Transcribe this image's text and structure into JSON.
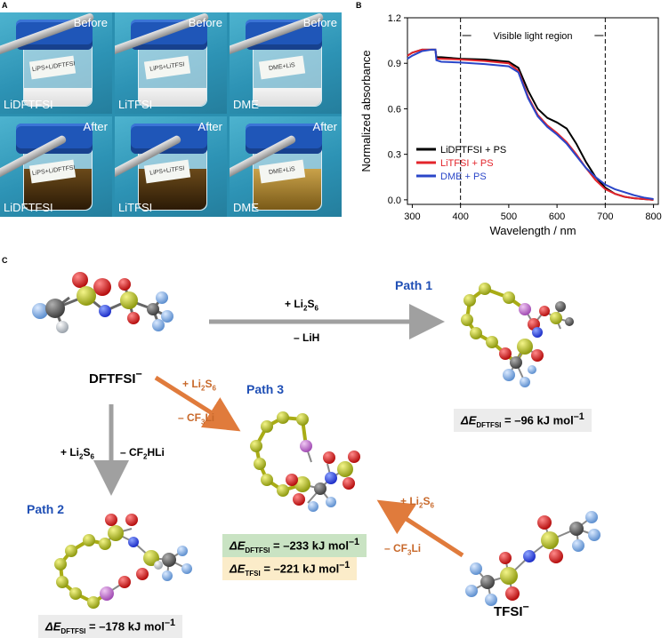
{
  "panel_a": {
    "letter": "A",
    "photos": [
      {
        "state": "Before",
        "solvent": "LiDFTFSI",
        "jar_label": "LiPS+LiDFTFSI"
      },
      {
        "state": "Before",
        "solvent": "LiTFSI",
        "jar_label": "LiPS+LiTFSI"
      },
      {
        "state": "Before",
        "solvent": "DME",
        "jar_label": "DME+LiS"
      },
      {
        "state": "After",
        "solvent": "LiDFTFSI",
        "jar_label": "LiPS+LiDFTFSI"
      },
      {
        "state": "After",
        "solvent": "LiTFSI",
        "jar_label": "LiPS+LiTFSI"
      },
      {
        "state": "After",
        "solvent": "DME",
        "jar_label": "DME+LiS"
      }
    ]
  },
  "panel_b": {
    "letter": "B",
    "chart_data": {
      "type": "line",
      "xlabel": "Wavelength / nm",
      "ylabel": "Normalized absorbance",
      "xlim": [
        290,
        810
      ],
      "ylim": [
        -0.03,
        1.2
      ],
      "xticks": [
        300,
        400,
        500,
        600,
        700,
        800
      ],
      "yticks": [
        "0.0",
        "0.3",
        "0.6",
        "0.9",
        "1.2"
      ],
      "annotation": "Visible light region",
      "visible_region": [
        400,
        700
      ],
      "legend_position": "lower-left",
      "series": [
        {
          "name": "LiDFTFSI + PS",
          "color": "#000000",
          "x": [
            290,
            300,
            320,
            340,
            348,
            350,
            360,
            400,
            450,
            500,
            520,
            540,
            560,
            580,
            600,
            620,
            640,
            660,
            680,
            700,
            720,
            740,
            760,
            780,
            800
          ],
          "y": [
            0.95,
            0.97,
            0.99,
            0.99,
            0.99,
            0.94,
            0.94,
            0.93,
            0.925,
            0.91,
            0.87,
            0.72,
            0.6,
            0.54,
            0.51,
            0.47,
            0.37,
            0.25,
            0.15,
            0.08,
            0.04,
            0.02,
            0.01,
            0.005,
            0.0
          ]
        },
        {
          "name": "LiTFSI + PS",
          "color": "#e3242b",
          "x": [
            290,
            300,
            320,
            340,
            348,
            350,
            360,
            400,
            450,
            500,
            520,
            540,
            560,
            580,
            600,
            620,
            640,
            660,
            680,
            700,
            720,
            740,
            760,
            780,
            800
          ],
          "y": [
            0.95,
            0.97,
            0.99,
            0.99,
            0.99,
            0.93,
            0.93,
            0.925,
            0.915,
            0.9,
            0.85,
            0.68,
            0.56,
            0.49,
            0.44,
            0.38,
            0.3,
            0.21,
            0.13,
            0.07,
            0.04,
            0.02,
            0.01,
            0.005,
            0.0
          ]
        },
        {
          "name": "DME + PS",
          "color": "#2a46c8",
          "x": [
            290,
            300,
            320,
            340,
            348,
            350,
            360,
            400,
            450,
            500,
            520,
            540,
            560,
            580,
            600,
            620,
            640,
            660,
            680,
            700,
            720,
            740,
            760,
            780,
            800
          ],
          "y": [
            0.93,
            0.95,
            0.98,
            0.99,
            0.99,
            0.92,
            0.91,
            0.905,
            0.895,
            0.88,
            0.84,
            0.67,
            0.55,
            0.48,
            0.43,
            0.37,
            0.29,
            0.21,
            0.15,
            0.1,
            0.07,
            0.05,
            0.03,
            0.015,
            0.005
          ]
        }
      ]
    }
  },
  "panel_c": {
    "letter": "C",
    "molecule_dftfsi": "DFTFSI",
    "molecule_tfsi": "TFSI",
    "anion_charge": "−",
    "path1": {
      "label": "Path 1",
      "reagent": "+ Li",
      "reagent_sub": "2",
      "reagent_s": "S",
      "reagent_s_sub": "6",
      "byproduct": "– LiH",
      "energy_prefix": "ΔE",
      "energy_sub": "DFTFSI",
      "energy_value": " = –96 kJ mol",
      "energy_exp": "–1"
    },
    "path2": {
      "label": "Path 2",
      "reagent": "+ Li",
      "reagent_sub": "2",
      "reagent_s": "S",
      "reagent_s_sub": "6",
      "byproduct": "– CF",
      "byproduct_sub": "2",
      "byproduct_end": "HLi",
      "energy_prefix": "ΔE",
      "energy_sub": "DFTFSI",
      "energy_value": " = –178 kJ mol",
      "energy_exp": "–1"
    },
    "path3": {
      "label": "Path 3",
      "reagent": "+ Li",
      "reagent_sub": "2",
      "reagent_s": "S",
      "reagent_s_sub": "6",
      "byproduct": "– CF",
      "byproduct_sub": "3",
      "byproduct_end": "Li",
      "energy1_prefix": "ΔE",
      "energy1_sub": "DFTFSI",
      "energy1_value": " = –233 kJ mol",
      "energy1_exp": "–1",
      "energy2_prefix": "ΔE",
      "energy2_sub": "TFSI",
      "energy2_value": " = –221 kJ mol",
      "energy2_exp": "–1"
    },
    "tfsi_reaction": {
      "reagent": "+ Li",
      "reagent_sub": "2",
      "reagent_s": "S",
      "reagent_s_sub": "6",
      "byproduct": "– CF",
      "byproduct_sub": "3",
      "byproduct_end": "Li"
    },
    "colors": {
      "path_blue": "#1f4fb5",
      "orange": "#c8692b",
      "grey_arrow": "#a0a0a0",
      "green_box": "#c9e3c3",
      "yellow_box": "#fbecc9",
      "grey_box": "#ececec"
    }
  }
}
